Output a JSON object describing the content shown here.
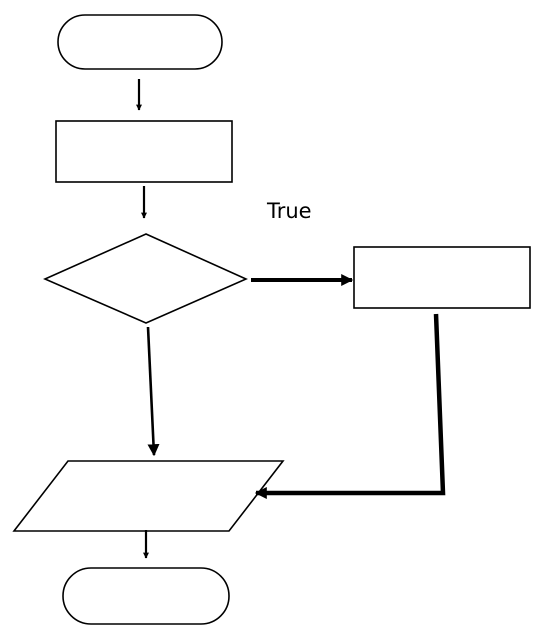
{
  "diagram": {
    "type": "flowchart",
    "stroke_color": "#000000",
    "fill_color": "#ffffff",
    "nodes": [
      {
        "id": "start",
        "shape": "terminator",
        "text": ""
      },
      {
        "id": "process-1",
        "shape": "process",
        "text": ""
      },
      {
        "id": "decision",
        "shape": "decision",
        "text": ""
      },
      {
        "id": "process-true",
        "shape": "process",
        "text": ""
      },
      {
        "id": "io",
        "shape": "input-output",
        "text": ""
      },
      {
        "id": "end",
        "shape": "terminator",
        "text": ""
      }
    ],
    "edges": [
      {
        "from": "start",
        "to": "process-1",
        "label": ""
      },
      {
        "from": "process-1",
        "to": "decision",
        "label": ""
      },
      {
        "from": "decision",
        "to": "process-true",
        "label": "True"
      },
      {
        "from": "decision",
        "to": "io",
        "label": ""
      },
      {
        "from": "process-true",
        "to": "io",
        "label": ""
      },
      {
        "from": "io",
        "to": "end",
        "label": ""
      }
    ]
  }
}
